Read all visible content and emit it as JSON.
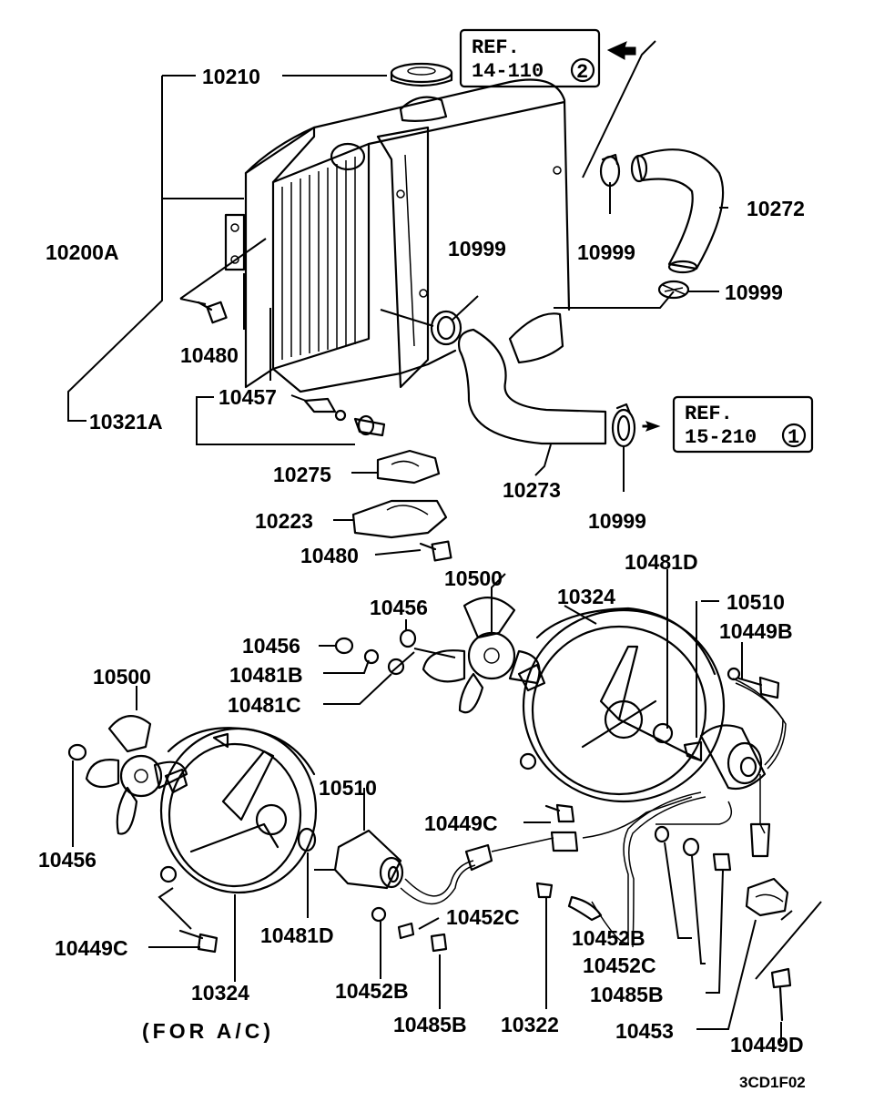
{
  "labels": {
    "p10210": "10210",
    "p10200A": "10200A",
    "p10480_a": "10480",
    "p10457": "10457",
    "p10321A": "10321A",
    "p10275": "10275",
    "p10223": "10223",
    "p10480_b": "10480",
    "p10999_a": "10999",
    "p10999_b": "10999",
    "p10999_c": "10999",
    "p10999_d": "10999",
    "p10272": "10272",
    "p10273": "10273",
    "p10500_a": "10500",
    "p10456_a": "10456",
    "p10456_b": "10456",
    "p10481B": "10481B",
    "p10481C": "10481C",
    "p10324_a": "10324",
    "p10481D_a": "10481D",
    "p10510_a": "10510",
    "p10449B": "10449B",
    "p10500_b": "10500",
    "p10456_c": "10456",
    "p10510_b": "10510",
    "p10449C_a": "10449C",
    "p10449C_b": "10449C",
    "p10481D_b": "10481D",
    "p10324_b": "10324",
    "p10452C_a": "10452C",
    "p10452B_a": "10452B",
    "p10485B_a": "10485B",
    "p10322": "10322",
    "p10452B_b": "10452B",
    "p10452C_b": "10452C",
    "p10485B_b": "10485B",
    "p10453": "10453",
    "p10449D": "10449D"
  },
  "refs": {
    "ref1": {
      "title": "REF.",
      "page": "14-110",
      "circle": "2"
    },
    "ref2": {
      "title": "REF.",
      "page": "15-210",
      "circle": "1"
    }
  },
  "notes": {
    "for_ac": "(FOR A/C)",
    "figure_code": "3CD1F02"
  }
}
